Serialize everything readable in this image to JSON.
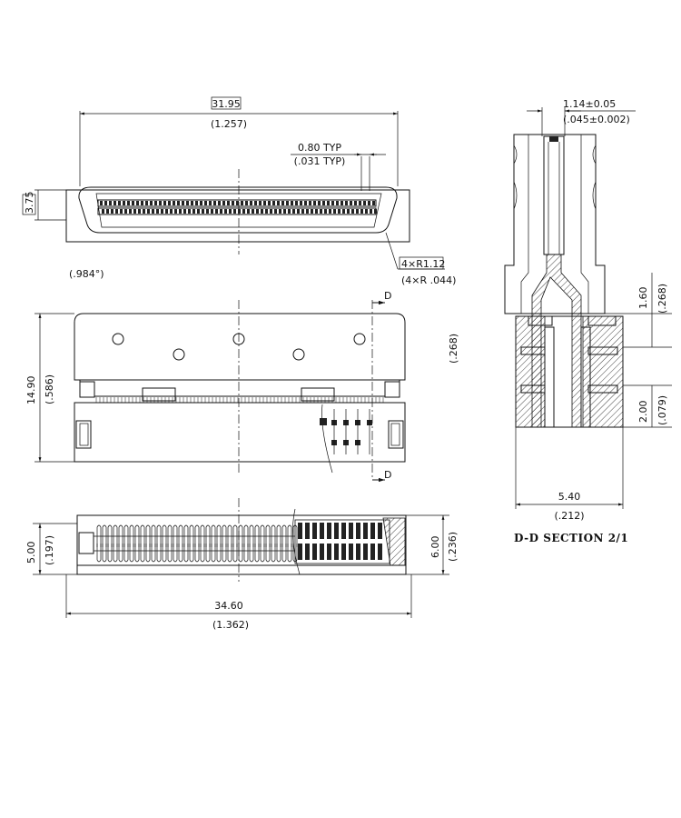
{
  "top_view": {
    "overall_width": "31.95",
    "overall_width_in": "(1.257)",
    "pitch": "0.80 TYP",
    "pitch_in": "(.031 TYP)",
    "height": "3.75",
    "radius": "4×R1.12",
    "radius_in": "(4×R .044)",
    "angle": "(.984°)"
  },
  "front_view": {
    "height": "14.90",
    "height_in": "(.586)",
    "right_dim_in": "(.268)",
    "section_mark": "D"
  },
  "bottom_view": {
    "left_height": "5.00",
    "left_height_in": "(.197)",
    "right_height": "6.00",
    "right_height_in": "(.236)",
    "overall_length": "34.60",
    "overall_length_in": "(1.362)"
  },
  "section_view": {
    "thickness": "1.14±0.05",
    "thickness_in": "(.045±0.002)",
    "dim_a": "1.60",
    "dim_a_in": "(.268)",
    "dim_b": "2.00",
    "dim_b_in": "(.079)",
    "width": "5.40",
    "width_in": "(.212)",
    "title": "D-D SECTION 2/1"
  }
}
